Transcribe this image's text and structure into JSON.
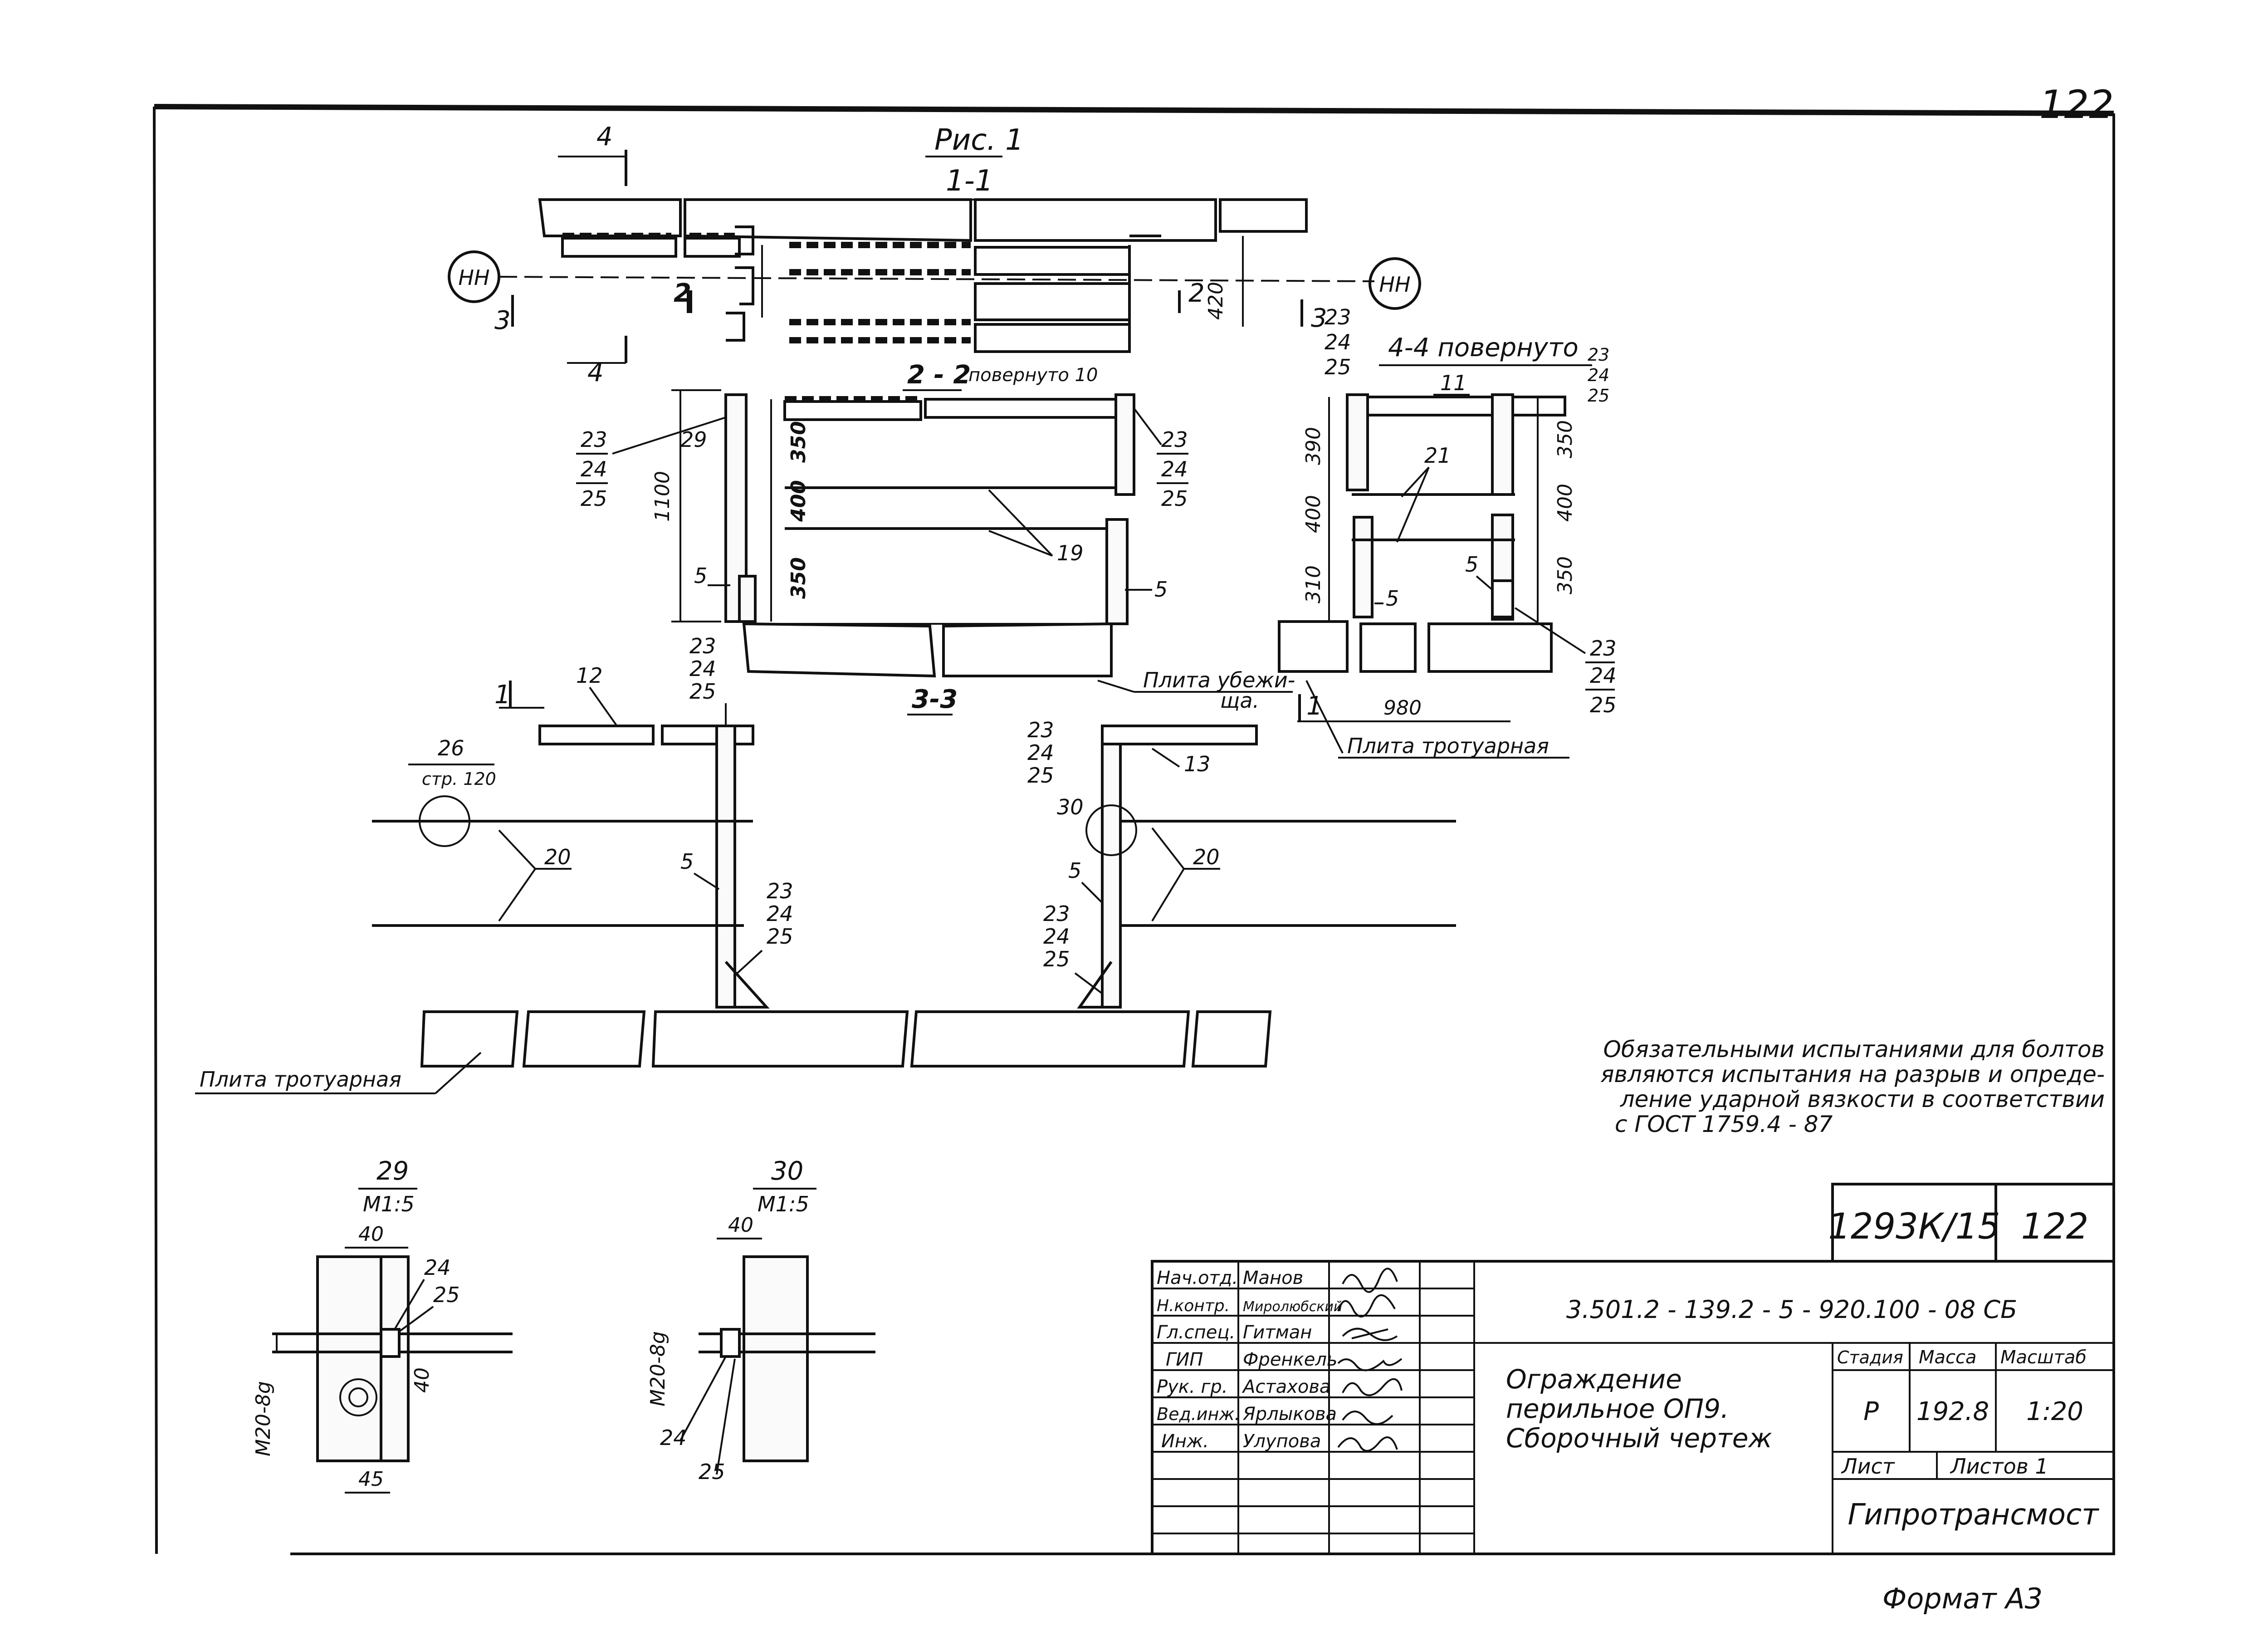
{
  "page": {
    "page_number": "122",
    "format": "Формат А3"
  },
  "figure": {
    "title": "Рис. 1",
    "section_1_1": "1-1",
    "section_2_2": "2 - 2",
    "section_2_2_note": "повернуто 10",
    "section_3_3": "3-3",
    "section_4_4": "4-4 повернуто",
    "cut_marks": {
      "m4": "4",
      "m3": "3",
      "m2": "2",
      "m1": "1"
    },
    "nn_left": "НН",
    "nn_right": "НН"
  },
  "labels": {
    "plita_ubezh": "Плита убежи-",
    "plita_ubezh_2": "ща.",
    "plita_trot": "Плита тротуарная",
    "plita_trot_bottom": "Плита тротуарная",
    "ref_26": "26",
    "ref_26_page": "стр. 120",
    "callouts": {
      "n5": "5",
      "n11": "11",
      "n12": "12",
      "n13": "13",
      "n19": "19",
      "n20": "20",
      "n21": "21",
      "n23": "23",
      "n24": "24",
      "n25": "25",
      "n29": "29",
      "n30": "30"
    }
  },
  "dimensions": {
    "d420": "420",
    "d1100": "1100",
    "d350a": "350",
    "d400a": "400",
    "d350b": "350",
    "d390": "390",
    "d400b": "400",
    "d310": "310",
    "d350c": "350",
    "d400c": "400",
    "d350d": "350",
    "d980": "980",
    "d40": "40",
    "d45": "45",
    "bolt": "М20-8g"
  },
  "details": {
    "d29": {
      "num": "29",
      "scale": "М1:5"
    },
    "d30": {
      "num": "30",
      "scale": "М1:5"
    }
  },
  "note": {
    "line1": "Обязательными испытаниями для болтов",
    "line2": "являются испытания на разрыв и опреде-",
    "line3": "ление ударной вязкости в соответствии",
    "line4": "с   ГОСТ 1759.4 - 87"
  },
  "title_block": {
    "project_code": "1293К/15",
    "sheet_no": "122",
    "doc_code": "3.501.2 - 139.2 - 5 - 920.100 - 08 СБ",
    "title_1": "Ограждение",
    "title_2": "перильное  ОП9.",
    "title_3": "Сборочный  чертеж",
    "headers": {
      "stage": "Стадия",
      "mass": "Масса",
      "scale": "Масштаб"
    },
    "values": {
      "stage": "Р",
      "mass": "192.8",
      "scale": "1:20"
    },
    "sheet_label": "Лист",
    "sheets_label": "Листов 1",
    "org": "Гипротрансмост",
    "signers": [
      {
        "role": "Нач.отд.",
        "name": "Манов"
      },
      {
        "role": "Н.контр.",
        "name": "Миролюбский"
      },
      {
        "role": "Гл.спец.",
        "name": "Гитман"
      },
      {
        "role": "ГИП",
        "name": "Френкель"
      },
      {
        "role": "Рук. гр.",
        "name": "Астахова"
      },
      {
        "role": "Вед.инж.",
        "name": "Ярлыкова"
      },
      {
        "role": "Инж.",
        "name": "Улупова"
      }
    ]
  }
}
